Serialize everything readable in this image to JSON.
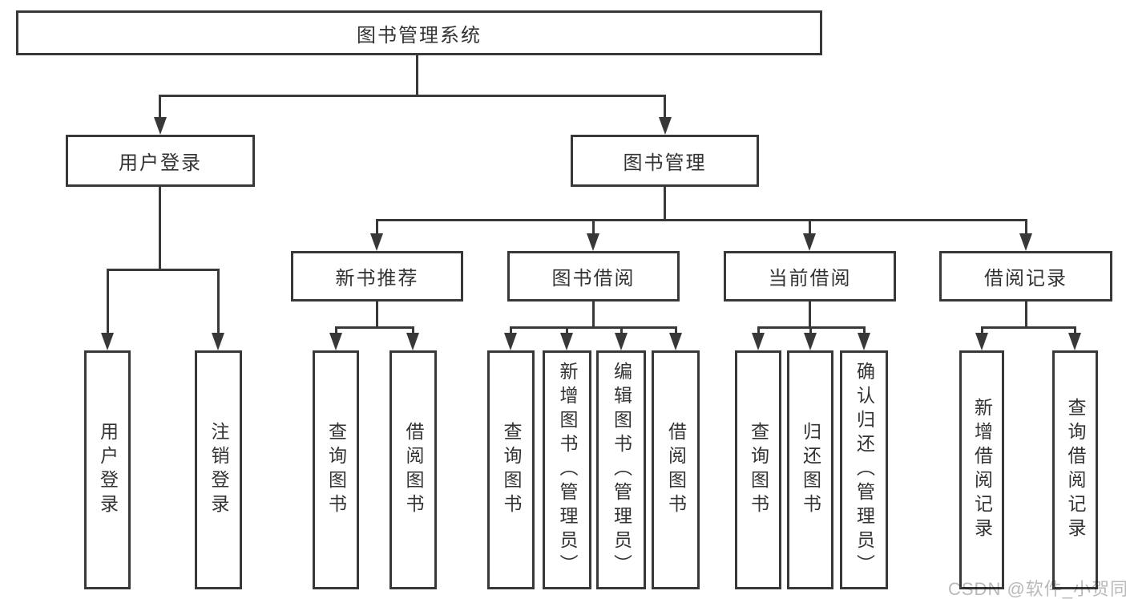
{
  "colors": {
    "line": "#383838",
    "text": "#333333",
    "watermark": "#b9b9b9",
    "background": "#ffffff"
  },
  "root": {
    "label": "图书管理系统"
  },
  "branches": [
    {
      "label": "用户登录",
      "children": [
        "用户登录",
        "注销登录"
      ]
    },
    {
      "label": "图书管理",
      "groups": [
        {
          "label": "新书推荐",
          "children": [
            "查询图书",
            "借阅图书"
          ]
        },
        {
          "label": "图书借阅",
          "children": [
            "查询图书",
            "新增图书（管理员）",
            "编辑图书（管理员）",
            "借阅图书"
          ]
        },
        {
          "label": "当前借阅",
          "children": [
            "查询图书",
            "归还图书",
            "确认归还（管理员）"
          ]
        },
        {
          "label": "借阅记录",
          "children": [
            "新增借阅记录",
            "查询借阅记录"
          ]
        }
      ]
    }
  ],
  "watermark": "CSDN @软件_小贺同学"
}
